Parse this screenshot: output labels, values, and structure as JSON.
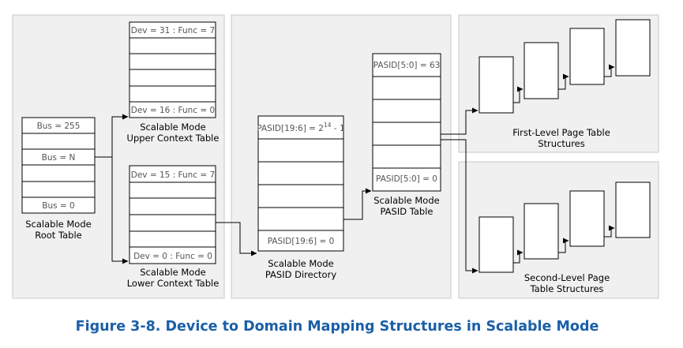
{
  "caption": "Figure 3-8.  Device to Domain Mapping Structures in Scalable Mode",
  "root_table": {
    "cells": {
      "bus_255": "Bus = 255",
      "bus_n": "Bus = N",
      "bus_0": "Bus = 0"
    },
    "label_line1": "Scalable Mode",
    "label_line2": "Root Table"
  },
  "upper_context_table": {
    "cells": {
      "top": "Dev = 31 : Func = 7",
      "bottom": "Dev = 16 : Func = 0"
    },
    "label_line1": "Scalable Mode",
    "label_line2": "Upper Context Table"
  },
  "lower_context_table": {
    "cells": {
      "top": "Dev = 15 : Func = 7",
      "bottom": "Dev = 0 : Func = 0"
    },
    "label_line1": "Scalable Mode",
    "label_line2": "Lower Context Table"
  },
  "pasid_directory": {
    "cells": {
      "top_base": "PASID[19:6] = 2",
      "top_exp": "14",
      "top_tail": " - 1",
      "bottom": "PASID[19:6] = 0"
    },
    "label_line1": "Scalable Mode",
    "label_line2": "PASID Directory"
  },
  "pasid_table": {
    "cells": {
      "top": "PASID[5:0] = 63",
      "bottom": "PASID[5:0] = 0"
    },
    "label_line1": "Scalable Mode",
    "label_line2": "PASID Table"
  },
  "first_level": {
    "label_line1": "First-Level Page Table",
    "label_line2": "Structures"
  },
  "second_level": {
    "label_line1": "Second-Level Page",
    "label_line2": "Table Structures"
  }
}
